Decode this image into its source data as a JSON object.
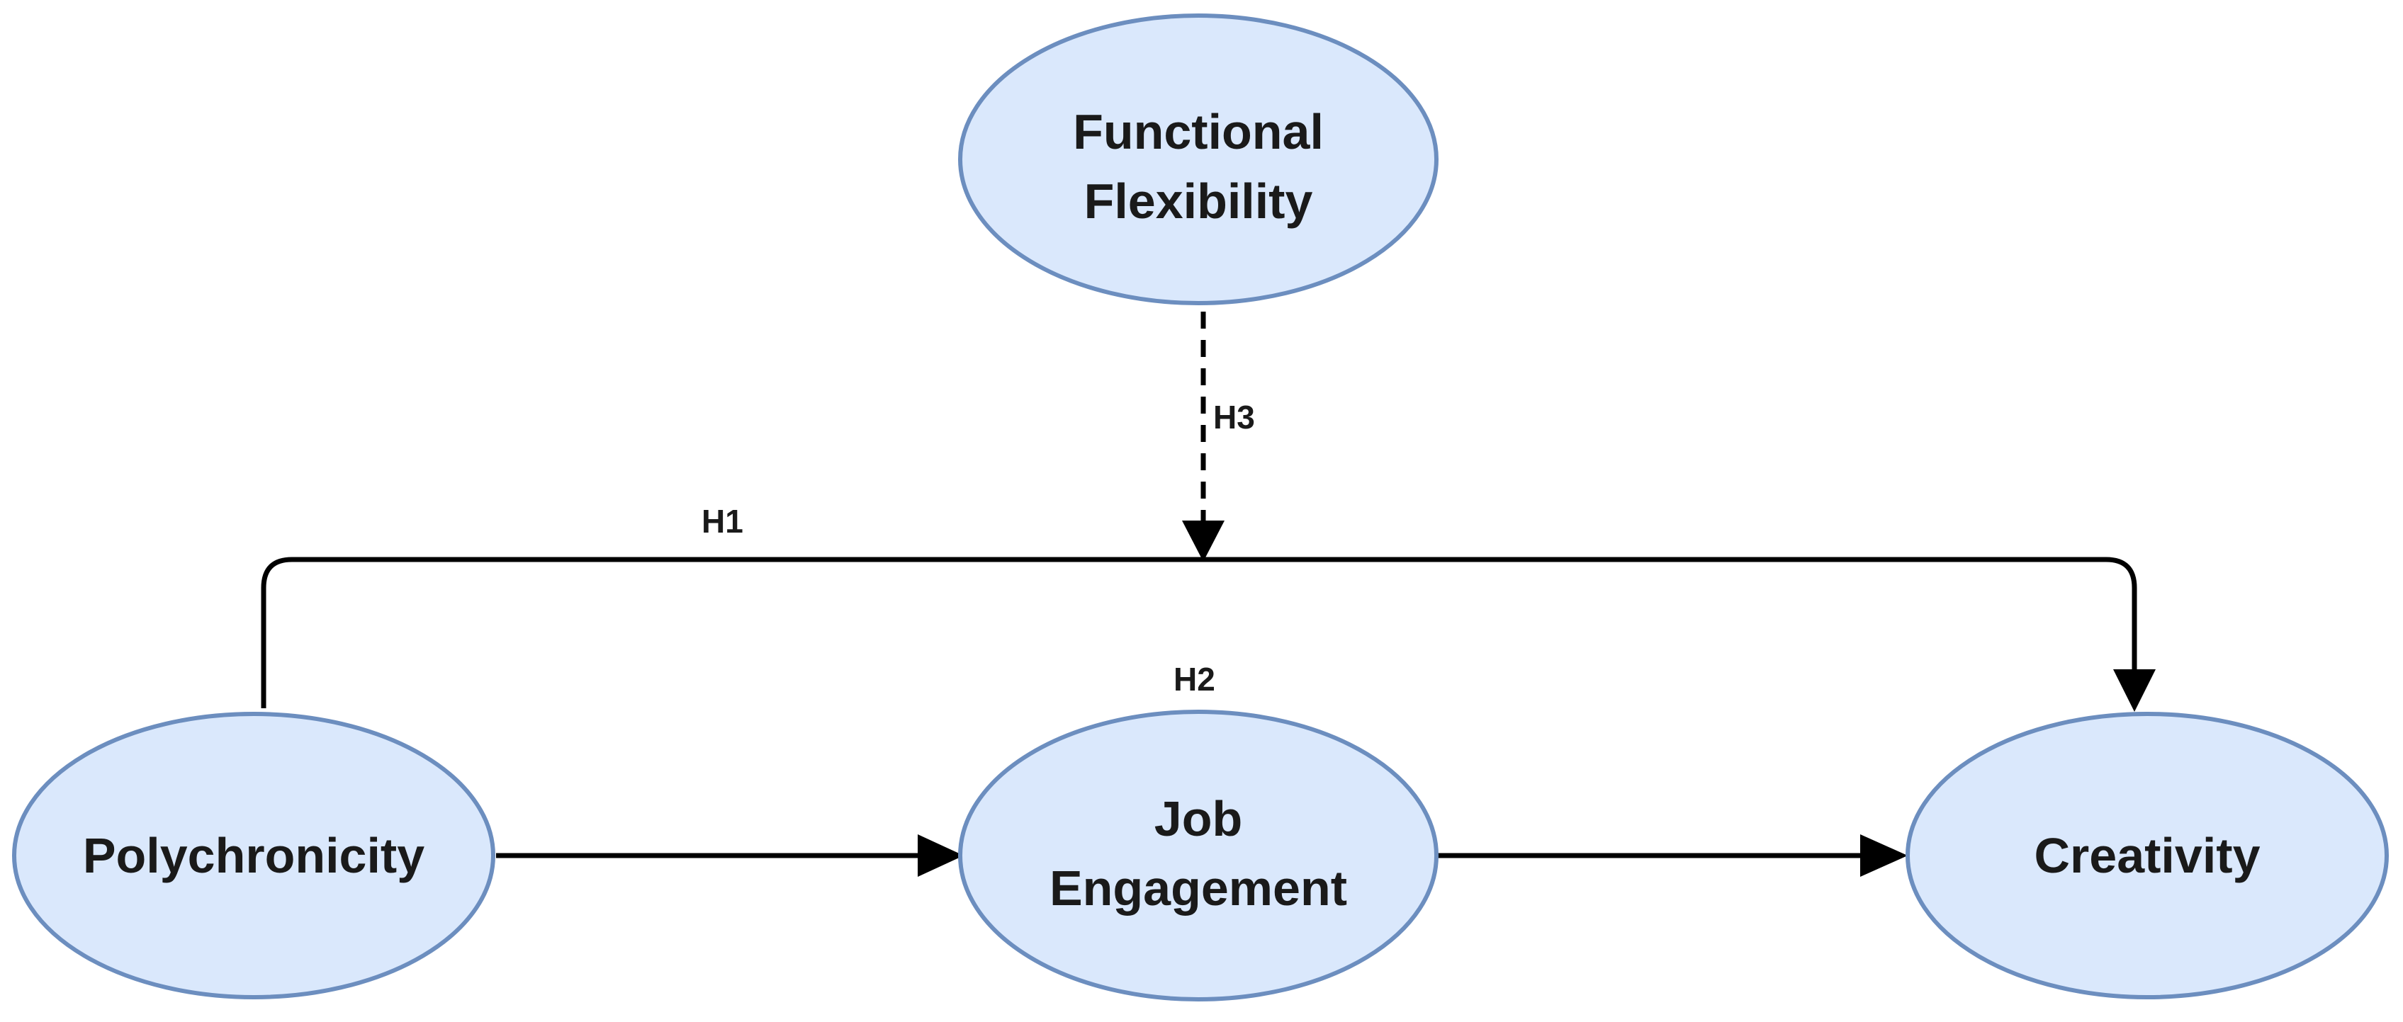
{
  "nodes": {
    "functional_flexibility": {
      "line1": "Functional",
      "line2": "Flexibility"
    },
    "polychronicity": {
      "label": "Polychronicity"
    },
    "job_engagement": {
      "line1": "Job",
      "line2": "Engagement"
    },
    "creativity": {
      "label": "Creativity"
    }
  },
  "edges": {
    "h1": {
      "label": "H1",
      "from": "Polychronicity",
      "to": "Creativity",
      "style": "solid"
    },
    "h2": {
      "label": "H2",
      "from": "Polychronicity",
      "via": "Job Engagement",
      "to": "Creativity",
      "style": "solid"
    },
    "h3": {
      "label": "H3",
      "from": "Functional Flexibility",
      "to": "H1",
      "style": "dashed"
    }
  },
  "colors": {
    "node_fill": "#dae8fc",
    "node_stroke": "#6c8ebf",
    "edge": "#000000",
    "text": "#1a1a1a"
  }
}
